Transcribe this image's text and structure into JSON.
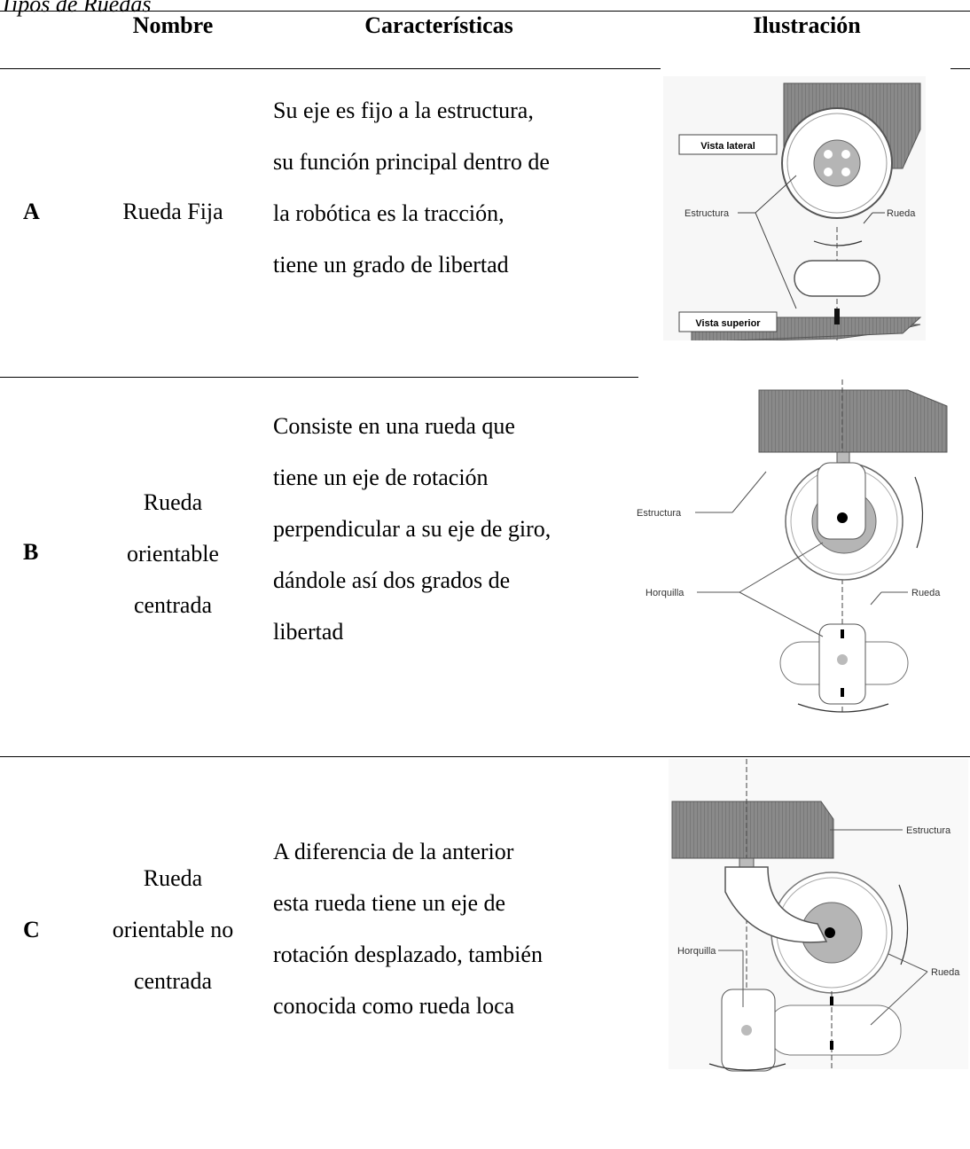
{
  "caption": "Tipos de Ruedas",
  "headers": {
    "nombre": "Nombre",
    "caracteristicas": "Características",
    "ilustracion": "Ilustración"
  },
  "rows": [
    {
      "letter": "A",
      "name_lines": [
        "Rueda Fija"
      ],
      "desc_lines": [
        "Su eje es fijo a la estructura,",
        "su función principal dentro de",
        "la robótica es la tracción,",
        "tiene un grado de libertad"
      ],
      "illustration": {
        "labels": [
          "Vista lateral",
          "Estructura",
          "Rueda",
          "Vista superior"
        ]
      }
    },
    {
      "letter": "B",
      "name_lines": [
        "Rueda",
        "orientable",
        "centrada"
      ],
      "desc_lines": [
        "Consiste en una rueda que",
        "tiene un eje de rotación",
        "perpendicular a su eje de giro,",
        "dándole así dos grados de",
        "libertad"
      ],
      "illustration": {
        "labels": [
          "Estructura",
          "Horquilla",
          "Rueda"
        ]
      }
    },
    {
      "letter": "C",
      "name_lines": [
        "Rueda",
        "orientable no",
        "centrada"
      ],
      "desc_lines": [
        "A diferencia de la anterior",
        "esta rueda tiene un eje de",
        "rotación desplazado, también",
        "conocida como rueda loca"
      ],
      "illustration": {
        "labels": [
          "Estructura",
          "Horquilla",
          "Rueda"
        ]
      }
    }
  ]
}
